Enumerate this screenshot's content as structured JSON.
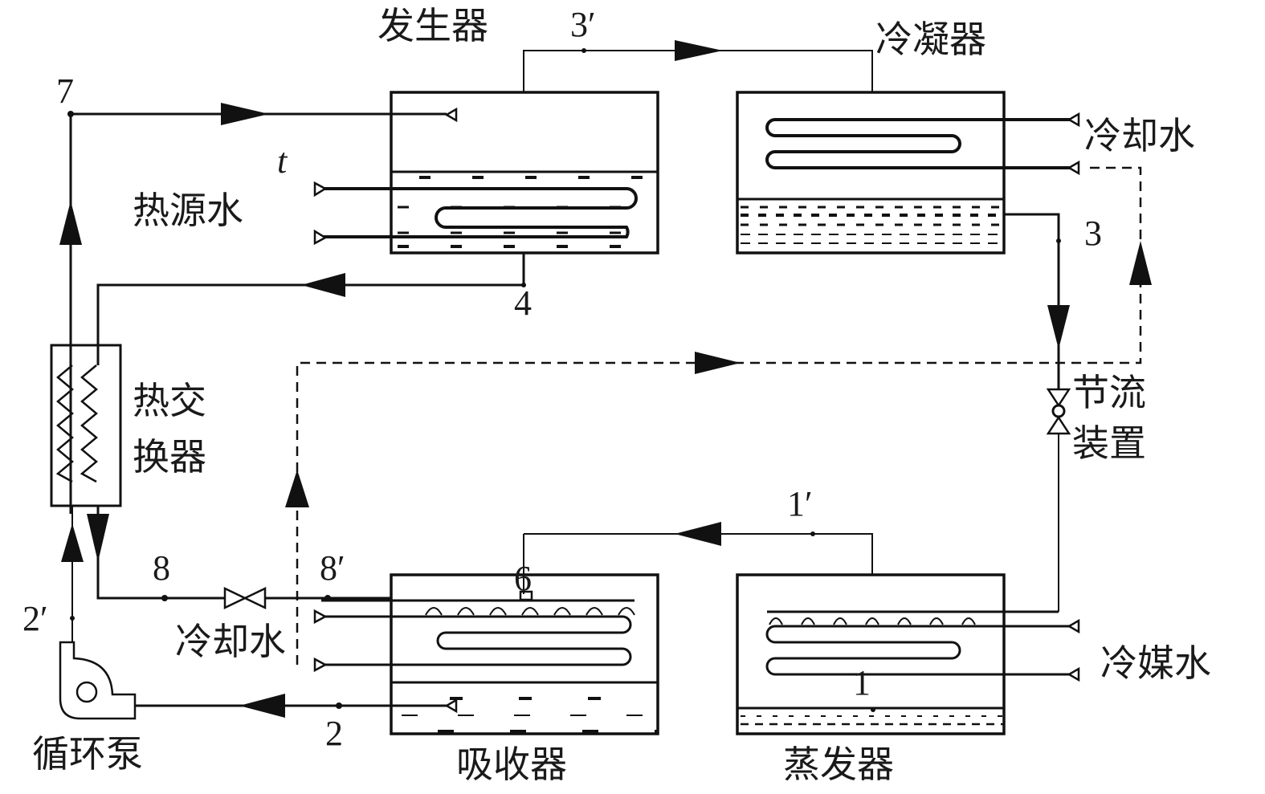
{
  "diagram": {
    "title": "",
    "components": {
      "generator": "发生器",
      "condenser": "冷凝器",
      "absorber": "吸收器",
      "evaporator": "蒸发器",
      "heat_exchanger_line1": "热交",
      "heat_exchanger_line2": "换器",
      "throttle_line1": "节流",
      "throttle_line2": "装置",
      "pump": "循环泵"
    },
    "streams": {
      "heat_source_water": "热源水",
      "cooling_water_condenser": "冷却水",
      "cooling_water_absorber": "冷却水",
      "chilled_water": "冷媒水"
    },
    "state_points": {
      "p1": "1",
      "p1_prime": "1′",
      "p2": "2",
      "p2_prime": "2′",
      "p3": "3",
      "p3_prime": "3′",
      "p4": "4",
      "p6": "6",
      "p7": "7",
      "p8": "8",
      "p8_prime": "8′",
      "t": "t"
    }
  }
}
